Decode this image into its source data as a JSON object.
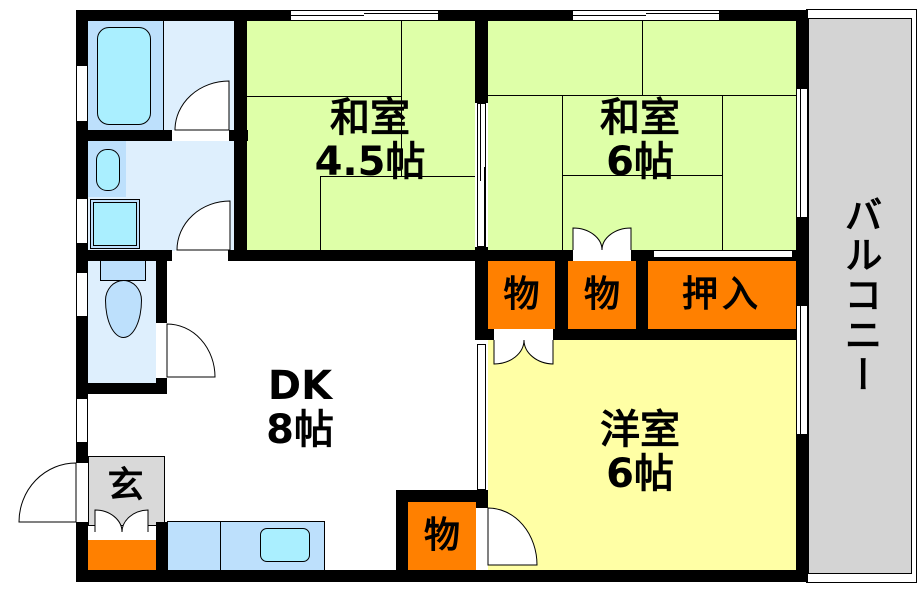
{
  "floorplan": {
    "colors": {
      "wall": "#000000",
      "tatami": "#deffa8",
      "western": "#ffffa5",
      "storage": "#ff8000",
      "wet_area": "#deeffd",
      "fixture": "#bde0fc",
      "fixture_inner": "#aaefff",
      "entrance": "#d9d9d9",
      "balcony": "#d4d4d4",
      "floor": "#ffffff"
    },
    "rooms": {
      "washitsu_small": {
        "name": "和室",
        "size": "4.5帖"
      },
      "washitsu_large": {
        "name": "和室",
        "size": "6帖"
      },
      "dk": {
        "name": "DK",
        "size": "8帖"
      },
      "youshitsu": {
        "name": "洋室",
        "size": "6帖"
      },
      "storage_1": {
        "name": "物"
      },
      "storage_2": {
        "name": "物"
      },
      "oshiire": {
        "name": "押入"
      },
      "storage_3": {
        "name": "物"
      },
      "genkan": {
        "name": "玄"
      },
      "balcony": {
        "name": "バルコニー"
      }
    },
    "fixtures": [
      "bathtub",
      "washbasin",
      "washing-machine-pan",
      "toilet",
      "kitchen-counter",
      "kitchen-sink",
      "shoe-cabinet"
    ]
  }
}
